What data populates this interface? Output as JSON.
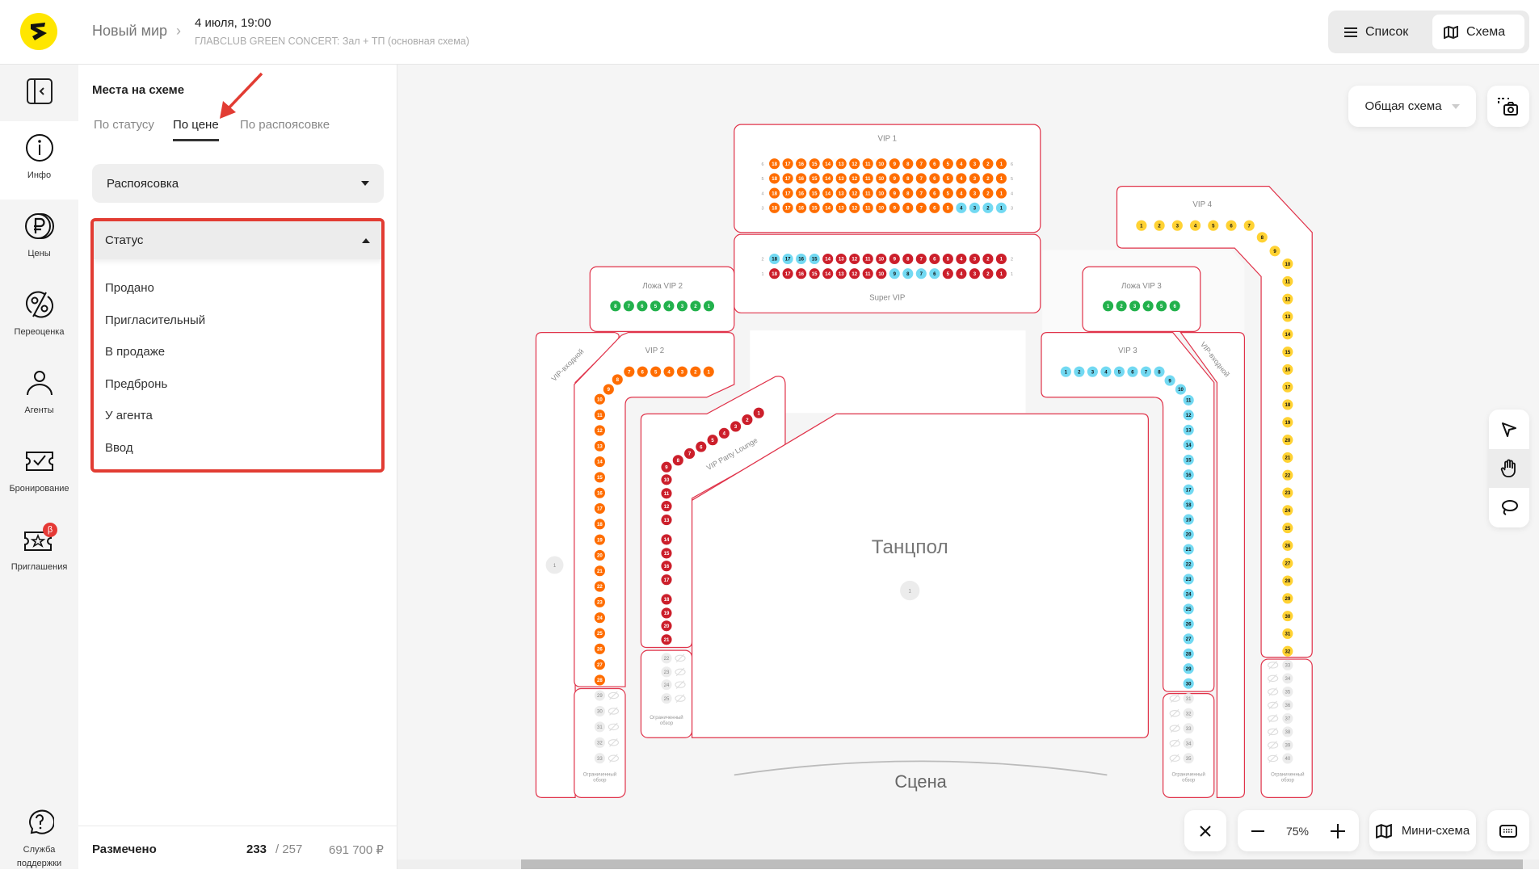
{
  "header": {
    "breadcrumb": "Новый мир",
    "event_date": "4 июля, 19:00",
    "event_name": "ГЛАВCLUB GREEN CONCERT: Зал + ТП (основная схема)",
    "view_list": "Список",
    "view_scheme": "Схема"
  },
  "sidebar": {
    "items": [
      {
        "label": "Инфо",
        "icon": "info-icon"
      },
      {
        "label": "Цены",
        "icon": "ruble-icon"
      },
      {
        "label": "Переоценка",
        "icon": "percent-icon"
      },
      {
        "label": "Агенты",
        "icon": "user-icon"
      },
      {
        "label": "Бронирование",
        "icon": "ticket-check-icon"
      },
      {
        "label": "Приглашения",
        "icon": "ticket-star-icon",
        "badge": "β"
      }
    ],
    "support": "Служба поддержки"
  },
  "panel": {
    "title": "Места на схеме",
    "tabs": [
      "По статусу",
      "По цене",
      "По распоясовке"
    ],
    "active_tab": 1,
    "dropdown1": "Распоясовка",
    "dropdown2": "Статус",
    "status_options": [
      "Продано",
      "Пригласительный",
      "В продаже",
      "Предбронь",
      "У агента",
      "Ввод"
    ],
    "footer": {
      "label": "Размечено",
      "marked": "233",
      "total": "/ 257",
      "sum": "691 700 ₽"
    }
  },
  "map": {
    "layer_select": "Общая схема",
    "zoom": "75%",
    "minimap": "Мини-схема",
    "stage": "Сцена",
    "dancefloor": "Танцпол",
    "limited_view": [
      "Ограниченный",
      "обзор"
    ],
    "colors": {
      "orange": "#ff6d00",
      "red": "#cc1f2b",
      "cyan": "#72d9f2",
      "green": "#22b14c",
      "yellow": "#ffd233",
      "limited": "#ececec",
      "border": "#e0334a"
    },
    "sections": {
      "vip1": {
        "label": "VIP 1",
        "rows": [
          {
            "row": "6",
            "groups": [
              {
                "from": 18,
                "to": 1,
                "cat": "orange"
              }
            ]
          },
          {
            "row": "5",
            "groups": [
              {
                "from": 18,
                "to": 1,
                "cat": "orange"
              }
            ]
          },
          {
            "row": "4",
            "groups": [
              {
                "from": 18,
                "to": 1,
                "cat": "orange"
              }
            ]
          },
          {
            "row": "3",
            "groups": [
              {
                "from": 18,
                "to": 5,
                "cat": "orange"
              },
              {
                "from": 4,
                "to": 1,
                "cat": "cyan"
              }
            ]
          }
        ]
      },
      "supervip": {
        "label": "Super VIP",
        "rows": [
          {
            "row": "2",
            "groups": [
              {
                "from": 18,
                "to": 15,
                "cat": "cyan"
              },
              {
                "from": 14,
                "to": 1,
                "cat": "red"
              }
            ]
          },
          {
            "row": "1",
            "groups": [
              {
                "from": 18,
                "to": 10,
                "cat": "red"
              },
              {
                "from": 9,
                "to": 6,
                "cat": "cyan"
              },
              {
                "from": 5,
                "to": 1,
                "cat": "red"
              }
            ]
          }
        ]
      },
      "lozha2": {
        "label": "Ложа VIP 2",
        "groups": [
          {
            "from": 8,
            "to": 1,
            "cat": "green"
          }
        ]
      },
      "lozha3": {
        "label": "Ложа VIP 3",
        "groups": [
          {
            "from": 1,
            "to": 6,
            "cat": "green"
          }
        ]
      },
      "vip2": {
        "label": "VIP 2",
        "groups": [
          {
            "from": 1,
            "to": 28,
            "cat": "orange"
          },
          {
            "from": 29,
            "to": 33,
            "cat": "limited"
          }
        ]
      },
      "lounge": {
        "label": "VIP Party Lounge",
        "groups": [
          {
            "from": 1,
            "to": 21,
            "cat": "red"
          },
          {
            "from": 22,
            "to": 25,
            "cat": "limited"
          }
        ]
      },
      "vip3": {
        "label": "VIP 3",
        "groups": [
          {
            "from": 1,
            "to": 30,
            "cat": "cyan"
          },
          {
            "from": 31,
            "to": 35,
            "cat": "limited"
          }
        ]
      },
      "vip4": {
        "label": "VIP 4",
        "groups": [
          {
            "from": 1,
            "to": 32,
            "cat": "yellow"
          },
          {
            "from": 33,
            "to": 40,
            "cat": "limited"
          }
        ]
      },
      "entry_left": {
        "label": "VIP-входной",
        "seat": "1"
      },
      "entry_right": {
        "label": "VIP-входной"
      },
      "dance": {
        "seat": "1"
      }
    }
  }
}
